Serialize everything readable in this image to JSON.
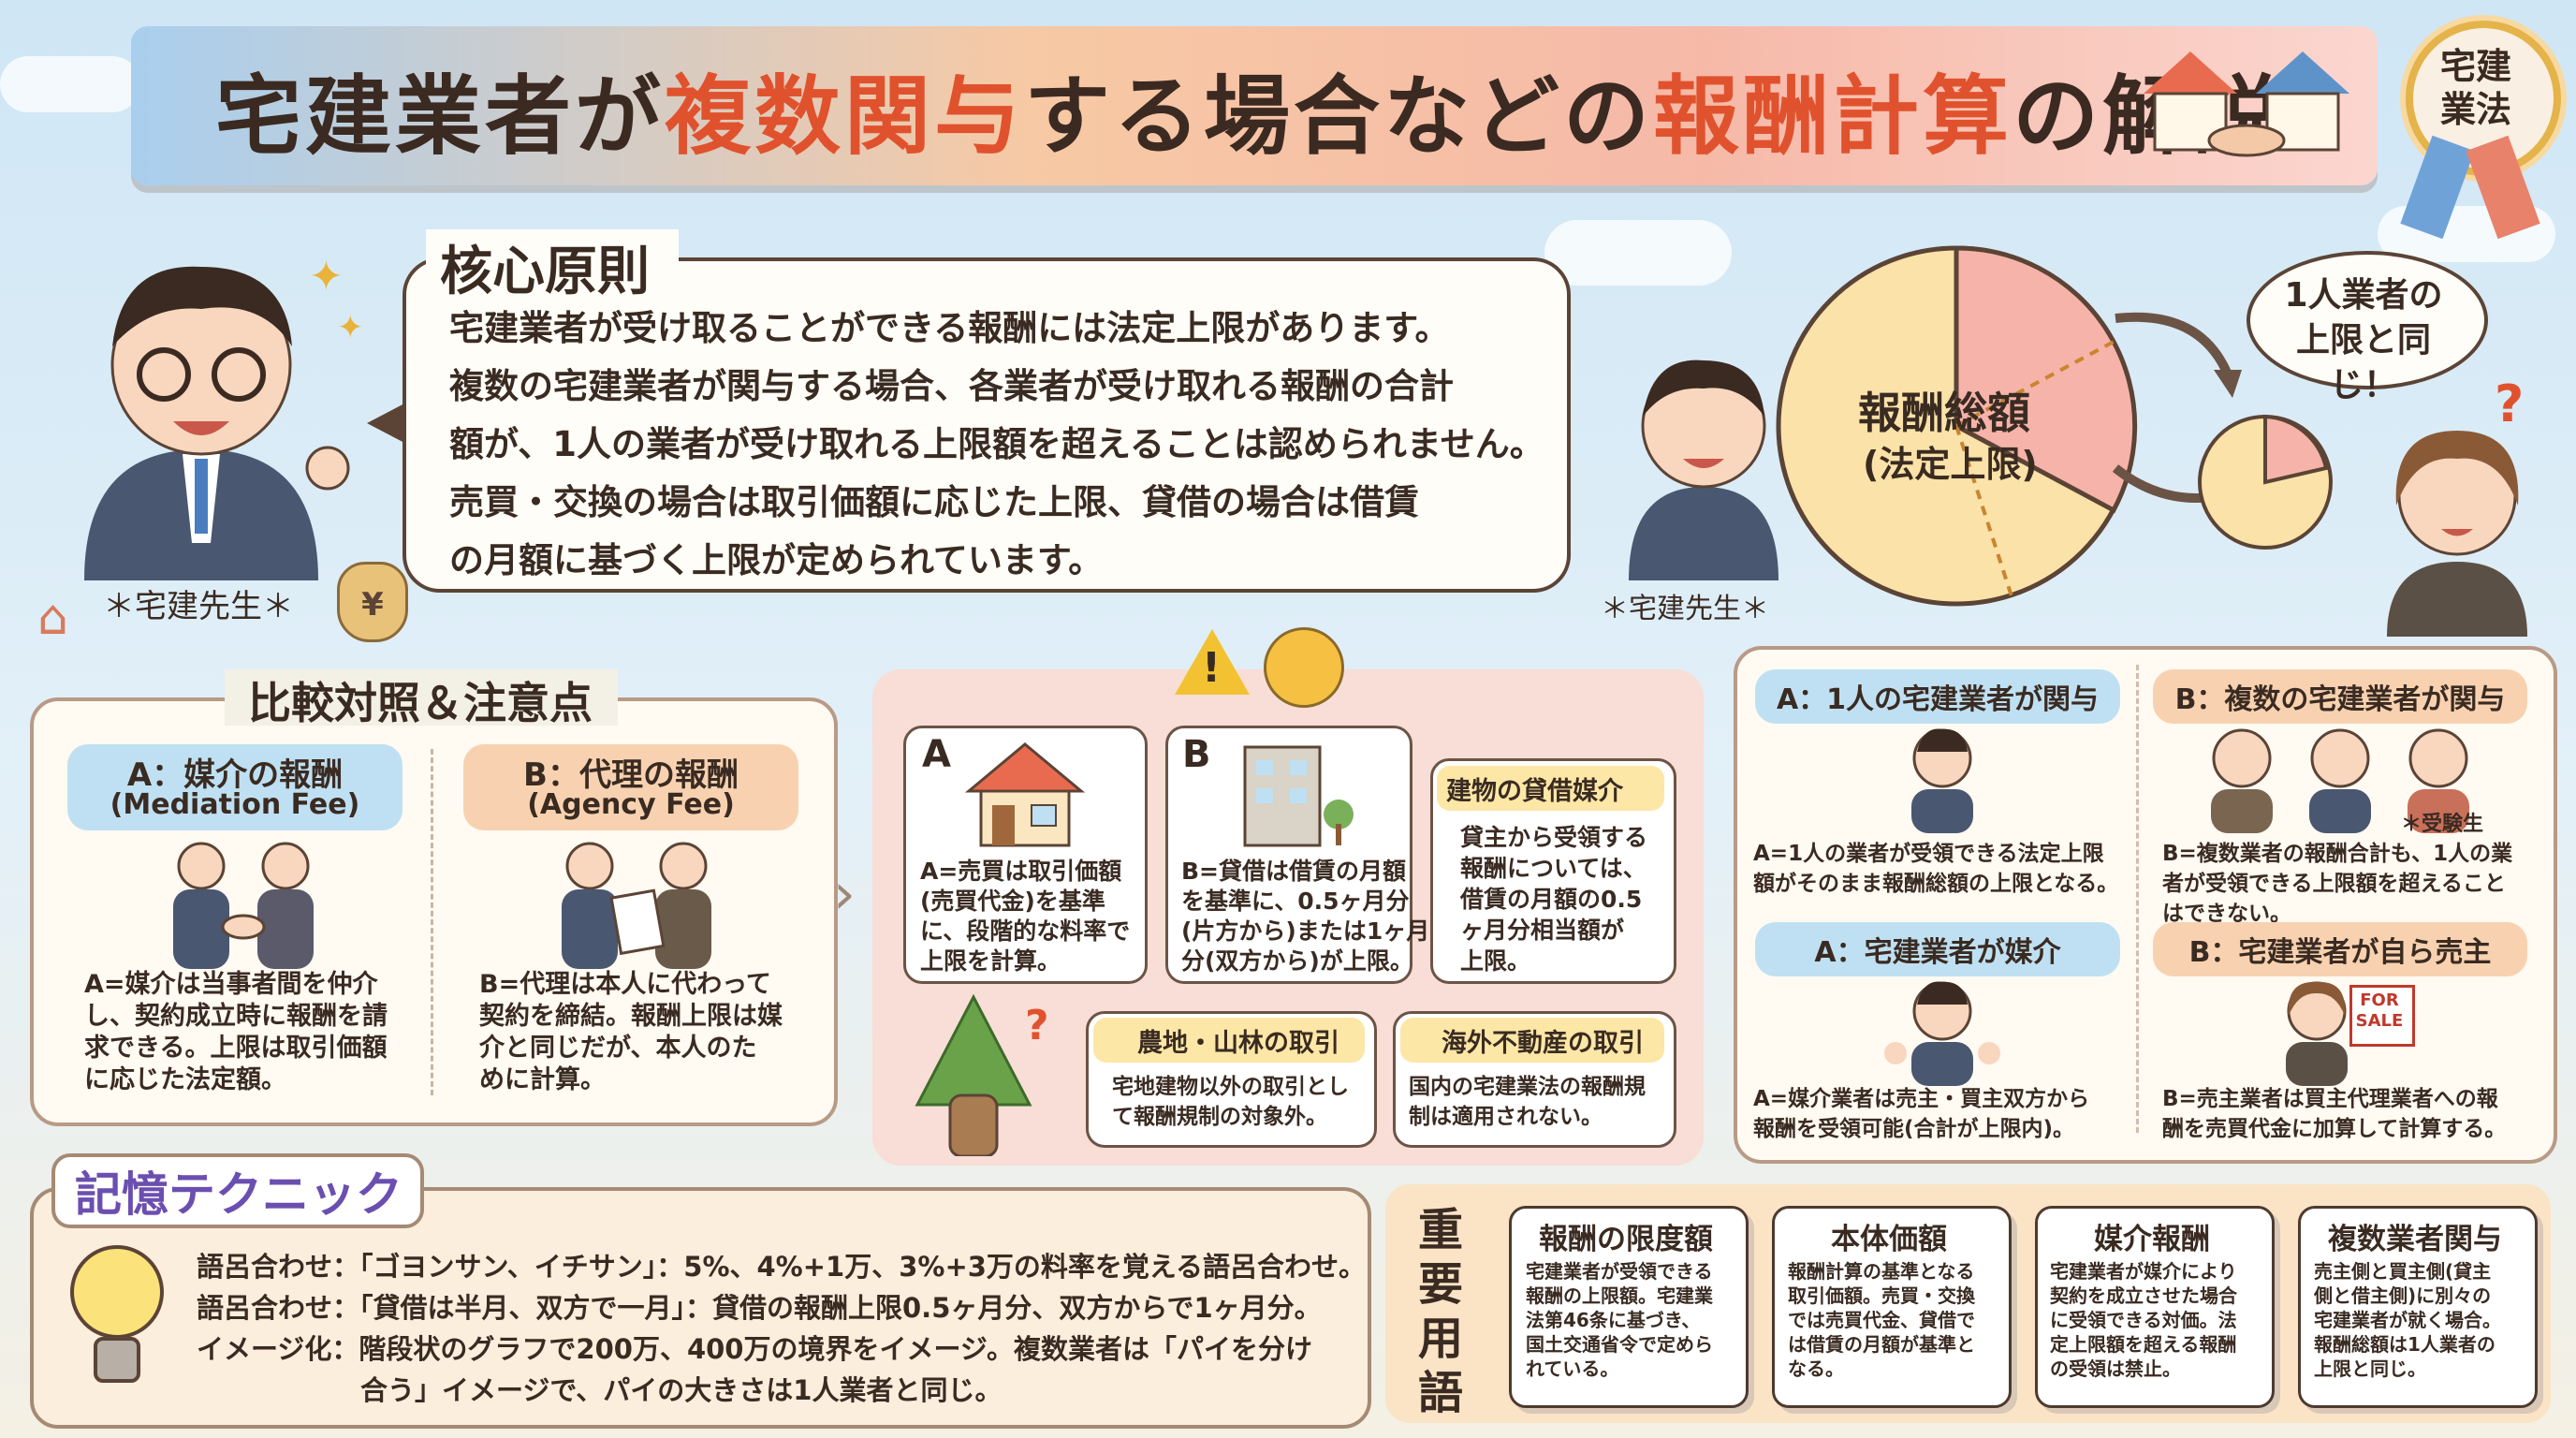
{
  "title": {
    "pre": "宅建業者が",
    "hl1": "複数関与",
    "mid": "する場合などの",
    "hl2": "報酬計算",
    "post": "の解説"
  },
  "medal": "宅建\n業法",
  "core": {
    "heading": "核心原則",
    "body": "宅建業者が受け取ることができる報酬には法定上限があります。\n複数の宅建業者が関与する場合、各業者が受け取れる報酬の合計\n額が、1人の業者が受け取れる上限額を超えることは認められません。\n売買・交換の場合は取引価額に応じた上限、貸借の場合は借賃\nの月額に基づく上限が定められています。",
    "teacher_label": "＊宅建先生＊",
    "money_symbol": "¥"
  },
  "pie": {
    "label_line1": "報酬総額",
    "label_line2": "(法定上限)",
    "speech": "1人業者の\n上限と同じ！",
    "teacher_label": "＊宅建先生＊",
    "question": "?"
  },
  "compare": {
    "heading": "比較対照＆注意点",
    "a_title": "A：媒介の報酬",
    "a_sub": "(Mediation Fee)",
    "a_text": "A=媒介は当事者間を仲介\nし、契約成立時に報酬を請\n求できる。上限は取引価額\nに応じた法定額。",
    "b_title": "B：代理の報酬",
    "b_sub": "(Agency Fee)",
    "b_text": "B=代理は本人に代わって\n契約を締結。報酬上限は媒\n介と同じだが、本人のた\nめに計算。"
  },
  "center": {
    "card_a_letter": "A",
    "card_a_text": "A=売買は取引価額\n(売買代金)を基準\nに、段階的な料率で\n上限を計算。",
    "card_b_letter": "B",
    "card_b_text": "B=貸借は借賃の月額\nを基準に、0.5ヶ月分\n(片方から)または1ヶ月\n分(双方から)が上限。",
    "lease_title": "建物の貸借媒介",
    "lease_text": "貸主から受領する\n報酬については、\n借賃の月額の0.5\nヶ月分相当額が\n上限。",
    "farm_title": "農地・山林の取引",
    "farm_text": "宅地建物以外の取引とし\nて報酬規制の対象外。",
    "overseas_title": "海外不動産の取引",
    "overseas_text": "国内の宅建業法の報酬規\n制は適用されない。",
    "question": "?",
    "warning": "!"
  },
  "right": {
    "single_title": "A：1人の宅建業者が関与",
    "single_text": "A=1人の業者が受領できる法定上限\n額がそのまま報酬総額の上限となる。",
    "multi_title": "B：複数の宅建業者が関与",
    "multi_note": "＊受験生",
    "multi_text": "B=複数業者の報酬合計も、1人の業\n者が受領できる上限額を超えること\nはできない。",
    "broker_title": "A：宅建業者が媒介",
    "broker_text": "A=媒介業者は売主・買主双方から\n報酬を受領可能(合計が上限内)。",
    "seller_title": "B：宅建業者が自ら売主",
    "seller_sign": "FOR\nSALE",
    "seller_text": "B=売主業者は買主代理業者への報\n酬を売買代金に加算して計算する。"
  },
  "memory": {
    "heading": "記憶テクニック",
    "line1": "語呂合わせ：「ゴヨンサン、イチサン」：5%、4%+1万、3%+3万の料率を覚える語呂合わせ。",
    "line2": "語呂合わせ：「貸借は半月、双方で一月」：貸借の報酬上限0.5ヶ月分、双方からで1ヶ月分。",
    "line3": "イメージ化：階段状のグラフで200万、400万の境界をイメージ。複数業者は「パイを分け",
    "line4": "合う」イメージで、パイの大きさは1人業者と同じ。"
  },
  "terms": {
    "heading": "重\n要\n用\n語",
    "items": [
      {
        "title": "報酬の限度額",
        "text": "宅建業者が受領できる\n報酬の上限額。宅建業\n法第46条に基づき、\n国土交通省令で定めら\nれている。"
      },
      {
        "title": "本体価額",
        "text": "報酬計算の基準となる\n取引価額。売買・交換\nでは売買代金、貸借で\nは借賃の月額が基準と\nなる。"
      },
      {
        "title": "媒介報酬",
        "text": "宅建業者が媒介により\n契約を成立させた場合\nに受領できる対価。法\n定上限額を超える報酬\nの受領は禁止。"
      },
      {
        "title": "複数業者関与",
        "text": "売主側と買主側(貸主\n側と借主側)に別々の\n宅建業者が就く場合。\n報酬総額は1人業者の\n上限と同じ。"
      }
    ]
  },
  "colors": {
    "accent": "#e0522d",
    "blue_pill": "#bfe0f2",
    "orange_pill": "#f8d2b0",
    "pie_fill": "#fbe2a8",
    "pie_slice": "#f6b3aa"
  }
}
